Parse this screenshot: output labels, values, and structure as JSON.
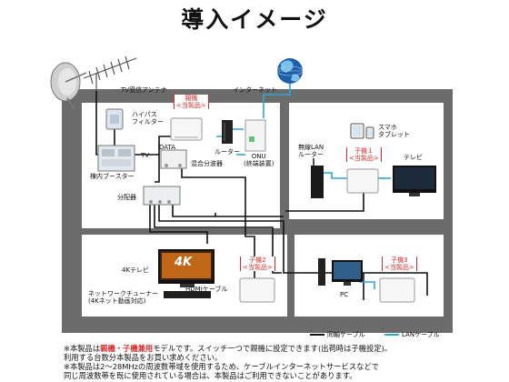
{
  "title": "導入イメージ",
  "labels": {
    "tv_antenna": "TV受信アンテナ",
    "internet": "インターネット",
    "highpass_filter": [
      "ハイパス",
      "フィルター"
    ],
    "parent_unit": [
      "親機",
      "<当製品>"
    ],
    "booster": "棟内ブースター",
    "tv": "TV",
    "data": "DATA",
    "mixer_splitter": "混合分波器",
    "router": "ルーター",
    "onu": [
      "ONU",
      "(終端装置)"
    ],
    "splitter": "分配器",
    "wireless_router": [
      "無線LAN",
      "ルーター"
    ],
    "child1": [
      "子機１",
      "<当製品>"
    ],
    "smartphone_tablet": [
      "スマホ",
      "タブレット"
    ],
    "tv_set": "テレビ",
    "tv_4k": "4Kテレビ",
    "child2": [
      "子機2",
      "<当製品>"
    ],
    "child3": [
      "子機3",
      "<当製品>"
    ],
    "network_tuner": [
      "ネットワークチューナー",
      "(4Kネット動画対応)"
    ],
    "hdmi_cable": "HDMIケーブル",
    "pc": "PC",
    "screen_4k": "4K"
  },
  "legend": {
    "coax": "同軸ケーブル",
    "lan": "LANケーブル"
  },
  "colors": {
    "coax": "#111111",
    "lan": "#2aa6d9",
    "accent": "#d62b2b",
    "room_bg": "#6b6b6b"
  },
  "notes": {
    "line1_a": "※本製品は",
    "line1_highlight": "親機・子機兼用",
    "line1_b": "モデルです。スイッチ一つで親機に設定できます(出荷時は子機設定)。",
    "line2": "利用する台数分本製品をお買い求めください。",
    "line3": "※本製品は2～28MHzの周波数帯域を使用するため、ケーブルインターネットサービスなどで",
    "line4": "同じ周波数帯を既に使用されている場合は、本製品はご利用できないことがあります。"
  }
}
